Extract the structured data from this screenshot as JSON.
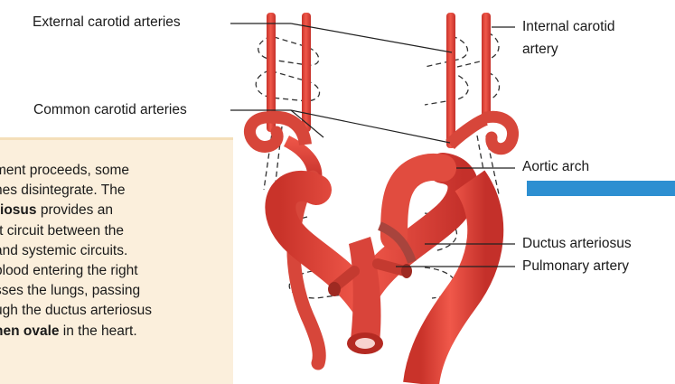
{
  "labels": {
    "external_carotid": "External carotid arteries",
    "internal_carotid_line1": "Internal carotid",
    "internal_carotid_line2": "artery",
    "common_carotid": "Common carotid arteries",
    "aortic_arch": "Aortic arch",
    "ductus_arteriosus": "Ductus arteriosus",
    "pulmonary_artery": "Pulmonary artery"
  },
  "info": {
    "line1": "ment proceeds, some",
    "line2": "hes disintegrate. The",
    "line3_bold": "riosus",
    "line3_rest": " provides an",
    "line4": "rt circuit between the",
    "line5": "and systemic circuits.",
    "line6": "blood entering the right",
    "line7": "sses the lungs, passing",
    "line8": "ugh the ductus arteriosus",
    "line9_bold": "nen ovale",
    "line9_rest": " in the heart."
  },
  "colors": {
    "artery": "#e8473b",
    "artery_dark": "#b42a22",
    "info_bg": "#fbefdc",
    "accent_bar": "#2d8fd1"
  }
}
